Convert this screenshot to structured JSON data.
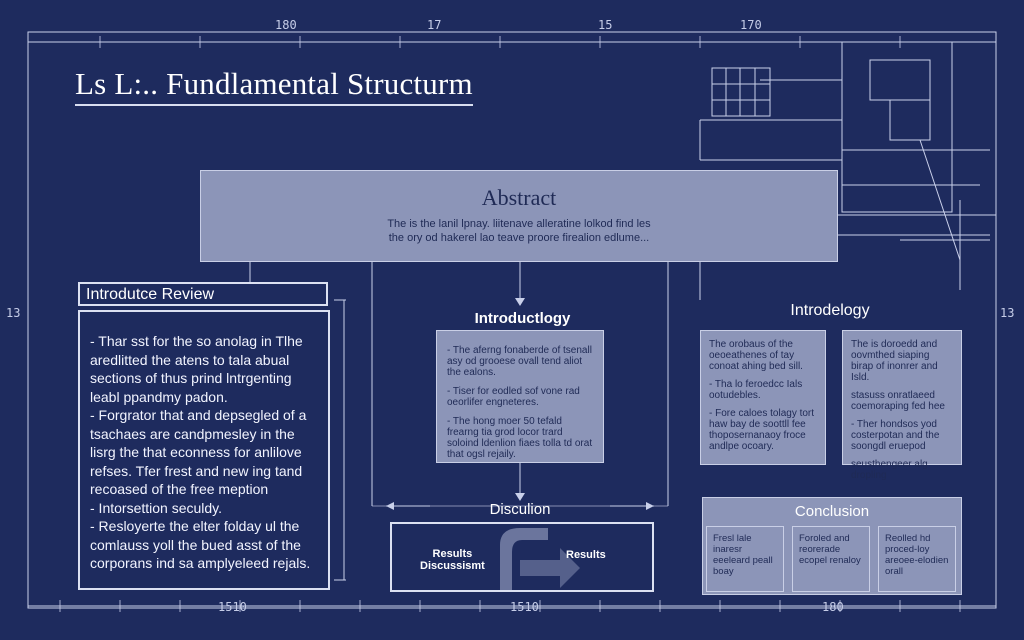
{
  "title": "Ls L:.. Fundlamental Structurm",
  "ruler": {
    "top": [
      "180",
      "17",
      "15",
      "170"
    ],
    "bottom": [
      "1510",
      "1510",
      "180"
    ],
    "left": "13",
    "right": "13"
  },
  "abstract": {
    "heading": "Abstract",
    "lines": [
      "The is the lanil lpnay. liitenave alleratine lolkod find les",
      "the ory od hakerel lao teave proore firealion edlume..."
    ]
  },
  "review": {
    "title": "Introdutce Review",
    "lines": [
      "- Thar sst for the so anolag in Tlhe",
      "aredlitted the atens to tala abual",
      "sections of thus prind lntrgenting",
      "leabl ppandmy padon.",
      "- Forgrator that and depsegled of a",
      "tsachaes are candpmesley in the",
      "lisrg the that econness for anlilove",
      "refses. Tfer frest and new ing tand",
      "recoased of the free meption",
      "- Intorsettion seculdy.",
      "- Resloyerte the elter folday ul the",
      "comlauss yoll the bued asst of the",
      "corporans ind sa amplyeleed rejals."
    ]
  },
  "middle": {
    "heading": "Introductlogy",
    "paras": [
      "- The aferng fonaberde of tsenall asy od grooese ovall tend aliot the ealons.",
      "- Tiser for eodled sof vone rad oeorlifer engneteres.",
      "- The hong moer 50 tefald frearng tia grod locor trard soloind ldenlion fiaes tolla td orat that ogsl rejaily."
    ]
  },
  "discussion": {
    "heading": "Disculion",
    "results_left": "Results\nDiscussismt",
    "results_right": "Results"
  },
  "right": {
    "heading": "Introdelogy",
    "box1": [
      "The orobaus of the oeoeathenes of tay conoat ahing bed sill.",
      "- Tha lo feroedcc Ials ootudebles.",
      "- Fore caloes tolagy tort haw bay de soottll fee thoposernanaoy froce andlpe ocoary."
    ],
    "box2": [
      "The is doroedd and oovmthed siaping birap of inonrer and Isld.",
      "stasuss onratlaeed coemoraping fed hee",
      "- Ther hondsos yod costerpotan and the soongdl eruepod",
      "seusthengeer alg dropling"
    ]
  },
  "conclusion": {
    "heading": "Conclusion",
    "cells": [
      "Fresl lale inaresr eeeleard peall boay",
      "Foroled and reorerade ecopel renaloy",
      "Reolled hd proced-loy areoee-elodien orall"
    ]
  }
}
